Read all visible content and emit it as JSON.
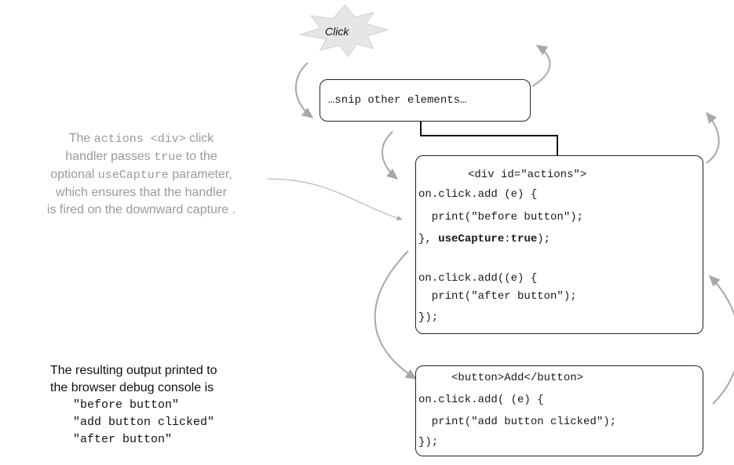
{
  "burst": {
    "label": "Click"
  },
  "snip_box": {
    "text": "…snip other elements…"
  },
  "actions_box": {
    "lines": [
      "<div id=\"actions\">",
      "on.click.add (e) {",
      "  print(\"before button\");",
      "}, ",
      "useCapture",
      ":",
      "true",
      ");",
      "on.click.add((e) {",
      "  print(\"after button\");",
      "});"
    ]
  },
  "button_box": {
    "lines": [
      "<button>Add</button>",
      "on.click.add( (e) {",
      "  print(\"add button clicked\");",
      "});"
    ]
  },
  "annotation": {
    "parts": [
      "The ",
      "actions <div>",
      " click",
      "handler passes ",
      "true",
      " to the",
      "optional ",
      "useCapture",
      " parameter,",
      "which ensures that the handler",
      "is fired on the downward capture ."
    ]
  },
  "result": {
    "line1": "The resulting output printed to",
    "line2": "the browser debug console is",
    "outputs": [
      "\"before button\"",
      "\"add button clicked\"",
      "\"after button\""
    ]
  },
  "colors": {
    "border": "#222222",
    "arrow": "#a8a8a8",
    "annotation_text": "#9a9a9a",
    "burst_fill": "#e6e6e6"
  }
}
